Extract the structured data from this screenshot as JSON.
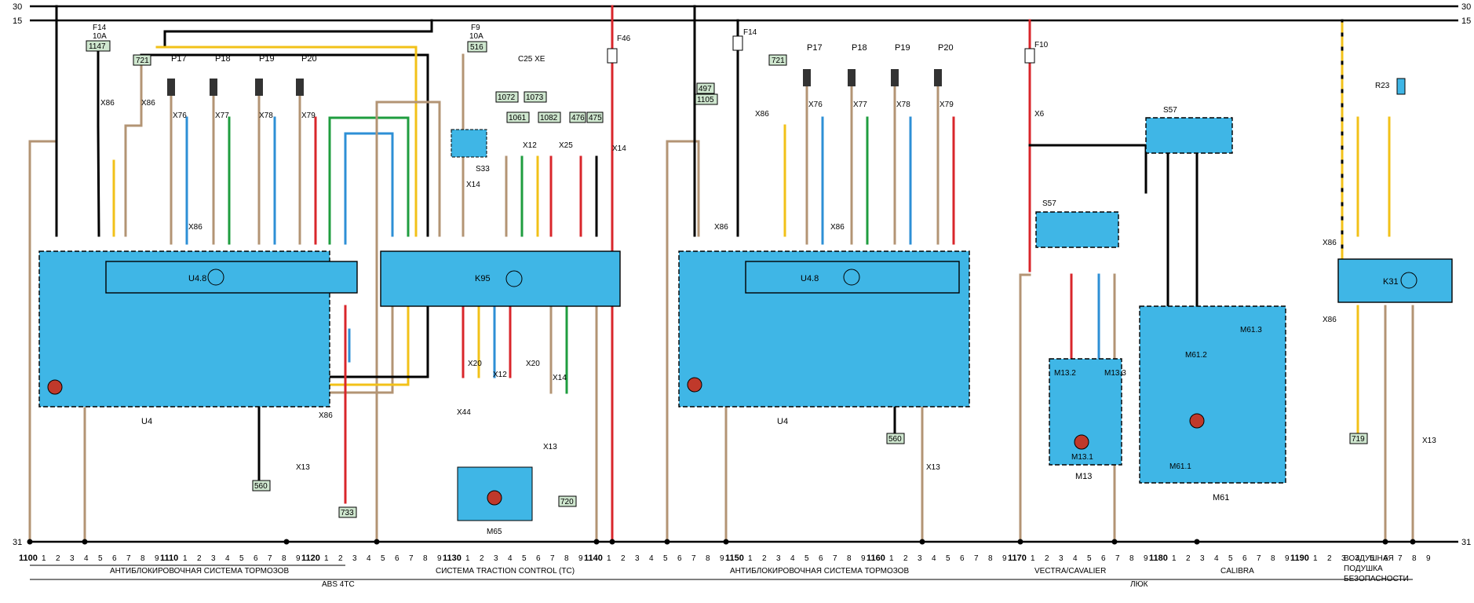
{
  "rails": {
    "r30": "30",
    "r15": "15",
    "r31": "31"
  },
  "colors": {
    "module_blue": "#3fb6e6",
    "wire_brown": "#b39474",
    "wire_red": "#d9262b",
    "wire_green": "#1f9d3f",
    "wire_blue": "#2d8fd6",
    "wire_yellow": "#f2c118",
    "wire_black": "#000000",
    "wire_white": "#ffffff",
    "reference_box": "#cfe7cf"
  },
  "modules": {
    "u48_left": "U4.8",
    "u4_left": "U4",
    "k95": "K95",
    "u48_right": "U4.8",
    "u4_right": "U4",
    "s57_a": "S57",
    "s57_b": "S57",
    "m13": "M13",
    "m13_1": "M13.1",
    "m13_2": "M13.2",
    "m13_3": "M13.3",
    "m61": "M61",
    "m61_1": "M61.1",
    "m61_2": "M61.2",
    "m61_3": "M61.3",
    "k31": "K31",
    "r23": "R23",
    "m65": "M65",
    "s33": "S33",
    "c25xe": "C25 XE"
  },
  "fuses": {
    "f14_left": "F14",
    "f14_left_rating": "10A",
    "f9": "F9",
    "f9_rating": "10A",
    "f46": "F46",
    "f14_right": "F14",
    "f10": "F10"
  },
  "references": {
    "r1147": "1147",
    "r721a": "721",
    "r516": "516",
    "r1072": "1072",
    "r1073": "1073",
    "r1061": "1061",
    "r1082": "1082",
    "r476": "476",
    "r475": "475",
    "r560a": "560",
    "r733": "733",
    "r720": "720",
    "r497": "497",
    "r1105": "1105",
    "r721b": "721",
    "r560b": "560",
    "r719": "719"
  },
  "pressure_sensors": {
    "p17": "P17",
    "p18": "P18",
    "p19": "P19",
    "p20": "P20"
  },
  "connectors": {
    "x86": "X86",
    "x76": "X76",
    "x77": "X77",
    "x78": "X78",
    "x79": "X79",
    "x13": "X13",
    "x14": "X14",
    "x20": "X20",
    "x12": "X12",
    "x25": "X25",
    "x44": "X44",
    "x6": "X6"
  },
  "ruler": {
    "majors": [
      "1100",
      "1110",
      "1120",
      "1130",
      "1140",
      "1150",
      "1160",
      "1170",
      "1180",
      "1190"
    ],
    "digits": [
      "1",
      "2",
      "3",
      "4",
      "5",
      "6",
      "7",
      "8",
      "9"
    ]
  },
  "footer": {
    "abs_system_left": "АНТИБЛОКИРОВОЧНАЯ СИСТЕМА ТОРМОЗОВ",
    "abs_4tc": "ABS 4TC",
    "traction_control": "СИСТЕМА TRACTION CONTROL (TC)",
    "abs_system_right": "АНТИБЛОКИРОВОЧНАЯ СИСТЕМА ТОРМОЗОВ",
    "vectra_cavalier": "VECTRA/CAVALIER",
    "calibra": "CALIBRA",
    "sunroof": "ЛЮК",
    "airbag_l1": "ВОЗДУШНАЯ",
    "airbag_l2": "ПОДУШКА",
    "airbag_l3": "БЕЗОПАСНОСТИ"
  }
}
